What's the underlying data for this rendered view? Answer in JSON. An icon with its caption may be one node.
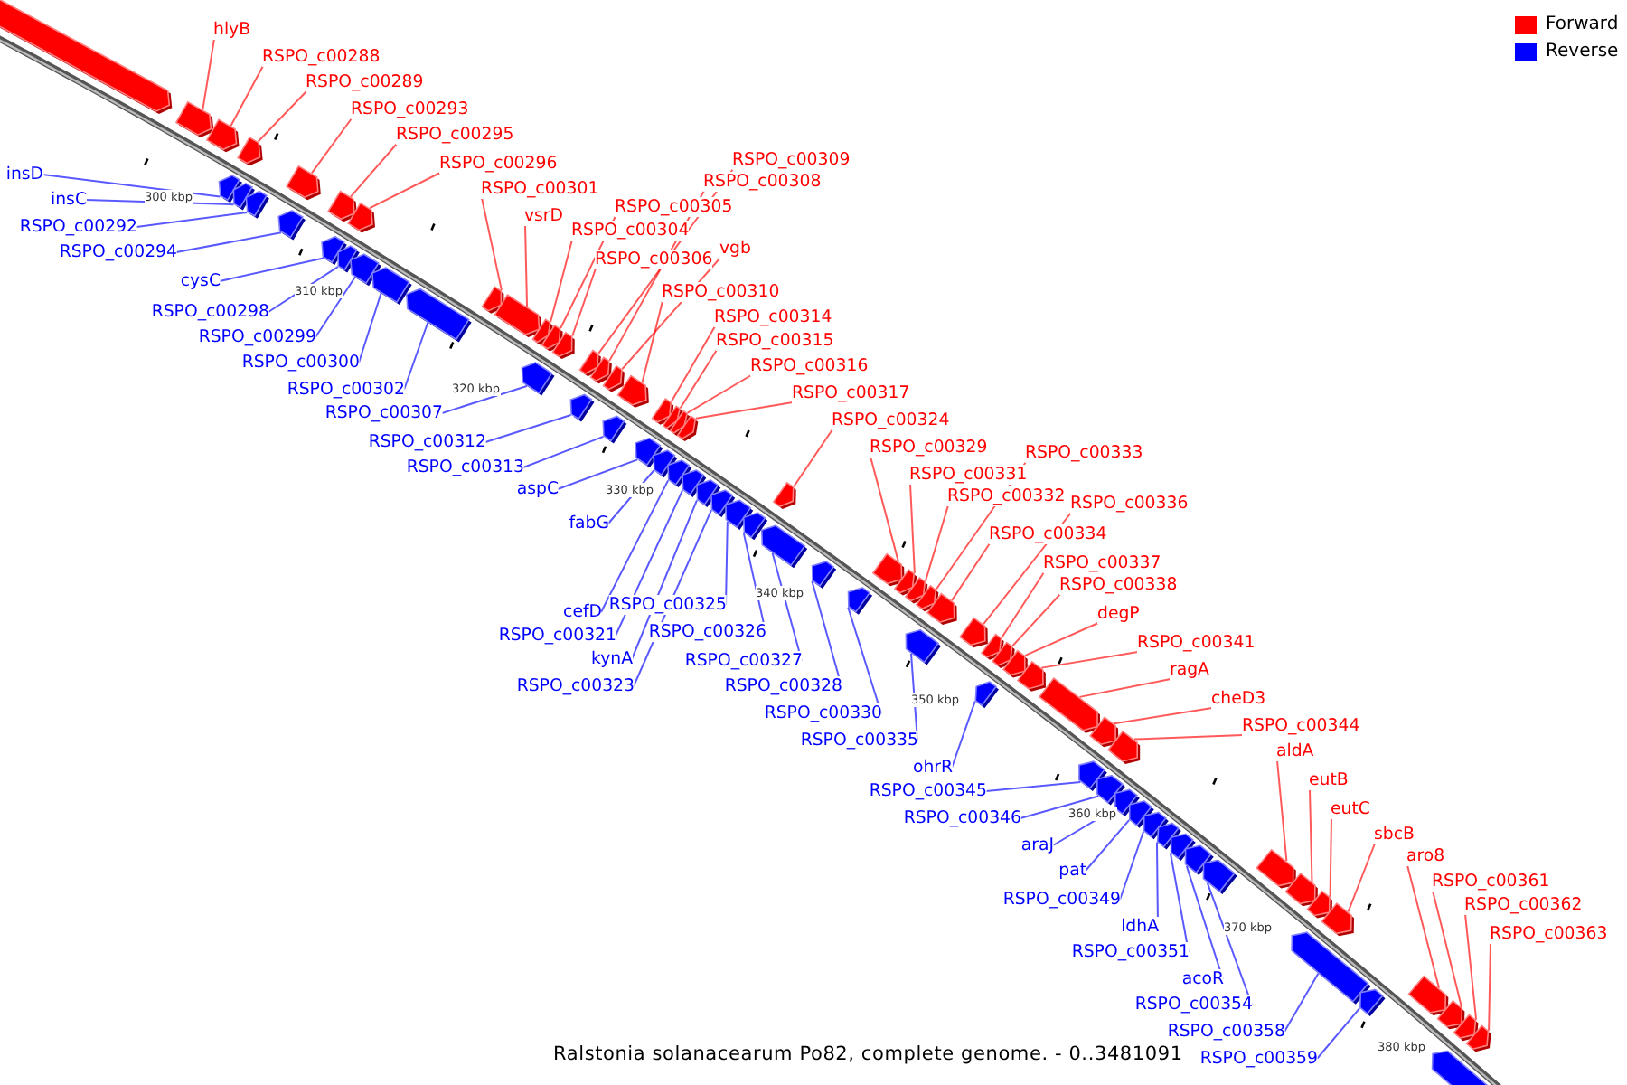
{
  "diagram": {
    "caption": "Ralstonia solanacearum Po82, complete genome. - 0..3481091",
    "nodes": [
      {
        "text": [
          "hlyB"
        ]
      },
      {
        "text": [
          "RSPO_c00288"
        ]
      },
      {
        "text": [
          "RSPO_c00289"
        ]
      },
      {
        "text": [
          "RSPO_c00293"
        ]
      },
      {
        "text": [
          "RSPO_c00295"
        ]
      },
      {
        "text": [
          "RSPO_c00296"
        ]
      },
      {
        "text": [
          "RSPO_c00301"
        ]
      },
      {
        "text": [
          "vsrD"
        ]
      },
      {
        "text": [
          "RSPO_c00305"
        ]
      },
      {
        "text": [
          "RSPO_c00304"
        ]
      },
      {
        "text": [
          "RSPO_c00306"
        ]
      },
      {
        "text": [
          "vgb"
        ]
      },
      {
        "text": [
          "RSPO_c00309"
        ]
      },
      {
        "text": [
          "RSPO_c00308"
        ]
      },
      {
        "text": [
          "RSPO_c00310"
        ]
      },
      {
        "text": [
          "RSPO_c00314"
        ]
      },
      {
        "text": [
          "RSPO_c00315"
        ]
      },
      {
        "text": [
          "RSPO_c00316"
        ]
      },
      {
        "text": [
          "RSPO_c00317"
        ]
      },
      {
        "text": [
          "RSPO_c00324"
        ]
      },
      {
        "text": [
          "RSPO_c00329"
        ]
      },
      {
        "text": [
          "RSPO_c00331"
        ]
      },
      {
        "text": [
          "RSPO_c00332"
        ]
      },
      {
        "text": [
          "RSPO_c00333"
        ]
      },
      {
        "text": [
          "RSPO_c00336"
        ]
      },
      {
        "text": [
          "RSPO_c00334"
        ]
      },
      {
        "text": [
          "RSPO_c00337"
        ]
      },
      {
        "text": [
          "RSPO_c00338"
        ]
      },
      {
        "text": [
          "degP"
        ]
      },
      {
        "text": [
          "RSPO_c00341"
        ]
      },
      {
        "text": [
          "ragA"
        ]
      },
      {
        "text": [
          "cheD3"
        ]
      },
      {
        "text": [
          "RSPO_c00344"
        ]
      },
      {
        "text": [
          "aldA"
        ]
      },
      {
        "text": [
          "eutB"
        ]
      },
      {
        "text": [
          "eutC"
        ]
      },
      {
        "text": [
          "sbcB"
        ]
      },
      {
        "text": [
          "aro8"
        ]
      },
      {
        "text": [
          "RSPO_c00361"
        ]
      },
      {
        "text": [
          "RSPO_c00362"
        ]
      },
      {
        "text": [
          "RSPO_c00363"
        ]
      },
      {
        "text": [
          "insD"
        ]
      },
      {
        "text": [
          "insC"
        ]
      },
      {
        "text": [
          "RSPO_c00292"
        ]
      },
      {
        "text": [
          "RSPO_c00294"
        ]
      },
      {
        "text": [
          "cysC"
        ]
      },
      {
        "text": [
          "RSPO_c00298"
        ]
      },
      {
        "text": [
          "RSPO_c00299"
        ]
      },
      {
        "text": [
          "RSPO_c00300"
        ]
      },
      {
        "text": [
          "RSPO_c00302"
        ]
      },
      {
        "text": [
          "RSPO_c00307"
        ]
      },
      {
        "text": [
          "RSPO_c00312"
        ]
      },
      {
        "text": [
          "RSPO_c00313"
        ]
      },
      {
        "text": [
          "aspC"
        ]
      },
      {
        "text": [
          "fabG"
        ]
      },
      {
        "text": [
          "cefD"
        ]
      },
      {
        "text": [
          "RSPO_c00325"
        ]
      },
      {
        "text": [
          "RSPO_c00321"
        ]
      },
      {
        "text": [
          "RSPO_c00326"
        ]
      },
      {
        "text": [
          "kynA"
        ]
      },
      {
        "text": [
          "RSPO_c00323"
        ]
      },
      {
        "text": [
          "RSPO_c00327"
        ]
      },
      {
        "text": [
          "RSPO_c00328"
        ]
      },
      {
        "text": [
          "RSPO_c00330"
        ]
      },
      {
        "text": [
          "RSPO_c00335"
        ]
      },
      {
        "text": [
          "ohrR"
        ]
      },
      {
        "text": [
          "RSPO_c00345"
        ]
      },
      {
        "text": [
          "RSPO_c00346"
        ]
      },
      {
        "text": [
          "araJ"
        ]
      },
      {
        "text": [
          "pat"
        ]
      },
      {
        "text": [
          "RSPO_c00349"
        ]
      },
      {
        "text": [
          "ldhA"
        ]
      },
      {
        "text": [
          "RSPO_c00351"
        ]
      },
      {
        "text": [
          "acoR"
        ]
      },
      {
        "text": [
          "RSPO_c00354"
        ]
      },
      {
        "text": [
          "RSPO_c00358"
        ]
      },
      {
        "text": [
          "RSPO_c00359"
        ]
      },
      {
        "text": [],
        "shape": "bar"
      },
      {
        "text": [],
        "shape": "bar"
      },
      {
        "text": [],
        "shape": "bar"
      },
      {
        "text": [],
        "shape": "bar"
      },
      {
        "text": [],
        "shape": "bar"
      },
      {
        "text": [],
        "shape": "bar"
      },
      {
        "text": [],
        "shape": "bar"
      },
      {
        "text": [],
        "shape": "bar"
      },
      {
        "text": [],
        "shape": "bar"
      },
      {
        "text": [],
        "shape": "bar"
      },
      {
        "text": [],
        "shape": "bar"
      },
      {
        "text": [],
        "shape": "bar"
      },
      {
        "text": [],
        "shape": "bar"
      },
      {
        "text": [],
        "shape": "bar"
      },
      {
        "text": [],
        "shape": "bar"
      },
      {
        "text": [],
        "shape": "bar"
      },
      {
        "text": [],
        "shape": "bar"
      },
      {
        "text": [],
        "shape": "bar"
      },
      {
        "text": [],
        "shape": "bar"
      },
      {
        "text": [],
        "shape": "bar"
      },
      {
        "text": [],
        "shape": "bar"
      },
      {
        "text": [],
        "shape": "bar"
      },
      {
        "text": [],
        "shape": "bar"
      },
      {
        "text": [],
        "shape": "bar"
      },
      {
        "text": [],
        "shape": "bar"
      },
      {
        "text": [],
        "shape": "bar"
      },
      {
        "text": [],
        "shape": "bar"
      },
      {
        "text": [],
        "shape": "bar"
      },
      {
        "text": [],
        "shape": "bar"
      },
      {
        "text": [],
        "shape": "bar"
      },
      {
        "text": [],
        "shape": "bar"
      },
      {
        "text": [],
        "shape": "bar"
      },
      {
        "text": [],
        "shape": "bar"
      },
      {
        "text": [],
        "shape": "bar"
      },
      {
        "text": [],
        "shape": "bar"
      },
      {
        "text": [],
        "shape": "bar"
      },
      {
        "text": [],
        "shape": "bar"
      },
      {
        "text": [],
        "shape": "bar"
      },
      {
        "text": [],
        "shape": "bar"
      },
      {
        "text": [],
        "shape": "bar"
      },
      {
        "text": [],
        "shape": "bar"
      },
      {
        "text": [],
        "shape": "bar"
      },
      {
        "text": [],
        "shape": "bar"
      },
      {
        "text": [],
        "shape": "bar"
      },
      {
        "text": [],
        "shape": "bar"
      },
      {
        "text": [],
        "shape": "bar"
      },
      {
        "text": [],
        "shape": "bar"
      },
      {
        "text": [],
        "shape": "bar"
      },
      {
        "text": [],
        "shape": "bar"
      },
      {
        "text": [],
        "shape": "bar"
      },
      {
        "text": [],
        "shape": "bar"
      },
      {
        "text": [],
        "shape": "bar"
      },
      {
        "text": [],
        "shape": "bar"
      },
      {
        "text": [],
        "shape": "bar"
      },
      {
        "text": [],
        "shape": "bar"
      },
      {
        "text": [],
        "shape": "bar"
      },
      {
        "text": [],
        "shape": "bar"
      },
      {
        "text": [],
        "shape": "bar"
      },
      {
        "text": [],
        "shape": "bar"
      },
      {
        "text": [],
        "shape": "bar"
      },
      {
        "text": [],
        "shape": "bar"
      },
      {
        "text": [],
        "shape": "bar"
      },
      {
        "text": [],
        "shape": "bar"
      },
      {
        "text": [],
        "shape": "bar"
      },
      {
        "text": [],
        "shape": "bar"
      },
      {
        "text": [],
        "shape": "bar"
      },
      {
        "text": [],
        "shape": "bar"
      },
      {
        "text": [],
        "shape": "bar"
      },
      {
        "text": [],
        "shape": "bar"
      },
      {
        "text": [],
        "shape": "bar"
      },
      {
        "text": [],
        "shape": "bar"
      },
      {
        "text": [],
        "shape": "bar"
      },
      {
        "text": [],
        "shape": "bar"
      },
      {
        "text": [],
        "shape": "bar"
      },
      {
        "text": [],
        "shape": "bar"
      },
      {
        "text": [],
        "shape": "bar"
      },
      {
        "text": [],
        "shape": "bar"
      },
      {
        "text": [],
        "shape": "bar"
      },
      {
        "text": [],
        "shape": "bar"
      }
    ],
    "edges": [
      {
        "from": 0,
        "to": 78,
        "arrow": "none"
      },
      {
        "from": 1,
        "to": 79,
        "arrow": "none"
      },
      {
        "from": 2,
        "to": 80,
        "arrow": "none"
      },
      {
        "from": 3,
        "to": 81,
        "arrow": "none"
      },
      {
        "from": 4,
        "to": 82,
        "arrow": "none"
      },
      {
        "from": 5,
        "to": 83,
        "arrow": "none"
      },
      {
        "from": 6,
        "to": 84,
        "arrow": "none"
      },
      {
        "from": 7,
        "to": 85,
        "arrow": "none"
      },
      {
        "from": 8,
        "to": 87,
        "arrow": "none"
      },
      {
        "from": 9,
        "to": 86,
        "arrow": "none"
      },
      {
        "from": 10,
        "to": 88,
        "arrow": "none"
      },
      {
        "from": 11,
        "to": 91,
        "arrow": "none"
      },
      {
        "from": 12,
        "to": 89,
        "arrow": "none"
      },
      {
        "from": 13,
        "to": 90,
        "arrow": "none"
      },
      {
        "from": 14,
        "to": 92,
        "arrow": "none"
      },
      {
        "from": 15,
        "to": 93,
        "arrow": "none"
      },
      {
        "from": 16,
        "to": 94,
        "arrow": "none"
      },
      {
        "from": 17,
        "to": 95,
        "arrow": "none"
      },
      {
        "from": 18,
        "to": 96,
        "arrow": "none"
      },
      {
        "from": 19,
        "to": 97,
        "arrow": "none"
      },
      {
        "from": 20,
        "to": 98,
        "arrow": "none"
      },
      {
        "from": 21,
        "to": 99,
        "arrow": "none"
      },
      {
        "from": 22,
        "to": 100,
        "arrow": "none"
      },
      {
        "from": 23,
        "to": 101,
        "arrow": "none"
      },
      {
        "from": 24,
        "to": 103,
        "arrow": "none"
      },
      {
        "from": 25,
        "to": 102,
        "arrow": "none"
      },
      {
        "from": 26,
        "to": 104,
        "arrow": "none"
      },
      {
        "from": 27,
        "to": 105,
        "arrow": "none"
      },
      {
        "from": 28,
        "to": 106,
        "arrow": "none"
      },
      {
        "from": 29,
        "to": 107,
        "arrow": "none"
      },
      {
        "from": 30,
        "to": 108,
        "arrow": "none"
      },
      {
        "from": 31,
        "to": 109,
        "arrow": "none"
      },
      {
        "from": 32,
        "to": 110,
        "arrow": "none"
      },
      {
        "from": 33,
        "to": 111,
        "arrow": "none"
      },
      {
        "from": 34,
        "to": 112,
        "arrow": "none"
      },
      {
        "from": 35,
        "to": 113,
        "arrow": "none"
      },
      {
        "from": 36,
        "to": 114,
        "arrow": "none"
      },
      {
        "from": 37,
        "to": 115,
        "arrow": "none"
      },
      {
        "from": 38,
        "to": 116,
        "arrow": "none"
      },
      {
        "from": 39,
        "to": 117,
        "arrow": "none"
      },
      {
        "from": 40,
        "to": 118,
        "arrow": "none"
      },
      {
        "from": 41,
        "to": 119,
        "arrow": "none",
        "color": "#0000ff"
      },
      {
        "from": 42,
        "to": 120,
        "arrow": "none",
        "color": "#0000ff"
      },
      {
        "from": 43,
        "to": 121,
        "arrow": "none",
        "color": "#0000ff"
      },
      {
        "from": 44,
        "to": 122,
        "arrow": "none",
        "color": "#0000ff"
      },
      {
        "from": 45,
        "to": 123,
        "arrow": "none",
        "color": "#0000ff"
      },
      {
        "from": 46,
        "to": 124,
        "arrow": "none",
        "color": "#0000ff"
      },
      {
        "from": 47,
        "to": 125,
        "arrow": "none",
        "color": "#0000ff"
      },
      {
        "from": 48,
        "to": 126,
        "arrow": "none",
        "color": "#0000ff"
      },
      {
        "from": 49,
        "to": 127,
        "arrow": "none",
        "color": "#0000ff"
      },
      {
        "from": 50,
        "to": 128,
        "arrow": "none",
        "color": "#0000ff"
      },
      {
        "from": 51,
        "to": 129,
        "arrow": "none",
        "color": "#0000ff"
      },
      {
        "from": 52,
        "to": 130,
        "arrow": "none",
        "color": "#0000ff"
      },
      {
        "from": 53,
        "to": 131,
        "arrow": "none",
        "color": "#0000ff"
      },
      {
        "from": 54,
        "to": 132,
        "arrow": "none",
        "color": "#0000ff"
      },
      {
        "from": 55,
        "to": 133,
        "arrow": "none",
        "color": "#0000ff"
      },
      {
        "from": 56,
        "to": 137,
        "arrow": "none",
        "color": "#0000ff"
      },
      {
        "from": 57,
        "to": 134,
        "arrow": "none",
        "color": "#0000ff"
      },
      {
        "from": 58,
        "to": 138,
        "arrow": "none",
        "color": "#0000ff"
      },
      {
        "from": 59,
        "to": 135,
        "arrow": "none",
        "color": "#0000ff"
      },
      {
        "from": 60,
        "to": 136,
        "arrow": "none",
        "color": "#0000ff"
      },
      {
        "from": 61,
        "to": 139,
        "arrow": "none",
        "color": "#0000ff"
      },
      {
        "from": 62,
        "to": 140,
        "arrow": "none",
        "color": "#0000ff"
      },
      {
        "from": 63,
        "to": 141,
        "arrow": "none",
        "color": "#0000ff"
      },
      {
        "from": 64,
        "to": 142,
        "arrow": "none",
        "color": "#0000ff"
      },
      {
        "from": 65,
        "to": 143,
        "arrow": "none",
        "color": "#0000ff"
      },
      {
        "from": 66,
        "to": 144,
        "arrow": "none",
        "color": "#0000ff"
      },
      {
        "from": 67,
        "to": 145,
        "arrow": "none",
        "color": "#0000ff"
      },
      {
        "from": 68,
        "to": 146,
        "arrow": "none",
        "color": "#0000ff"
      },
      {
        "from": 69,
        "to": 147,
        "arrow": "none",
        "color": "#0000ff"
      },
      {
        "from": 70,
        "to": 148,
        "arrow": "none",
        "color": "#0000ff"
      },
      {
        "from": 71,
        "to": 149,
        "arrow": "none",
        "color": "#0000ff"
      },
      {
        "from": 72,
        "to": 150,
        "arrow": "none",
        "color": "#0000ff"
      },
      {
        "from": 73,
        "to": 151,
        "arrow": "none",
        "color": "#0000ff"
      },
      {
        "from": 74,
        "to": 152,
        "arrow": "none",
        "color": "#0000ff"
      },
      {
        "from": 75,
        "to": 153,
        "arrow": "none",
        "color": "#0000ff"
      },
      {
        "from": 76,
        "to": 154,
        "arrow": "none",
        "color": "#0000ff"
      }
    ],
    "labels": [
      "300 kbp",
      "310 kbp",
      "320 kbp",
      "330 kbp",
      "340 kbp",
      "350 kbp",
      "360 kbp",
      "370 kbp",
      "380 kbp"
    ],
    "legend": [
      {
        "text": "Forward",
        "color": "#ff0000"
      },
      {
        "text": "Reverse",
        "color": "#0000ff"
      }
    ]
  }
}
